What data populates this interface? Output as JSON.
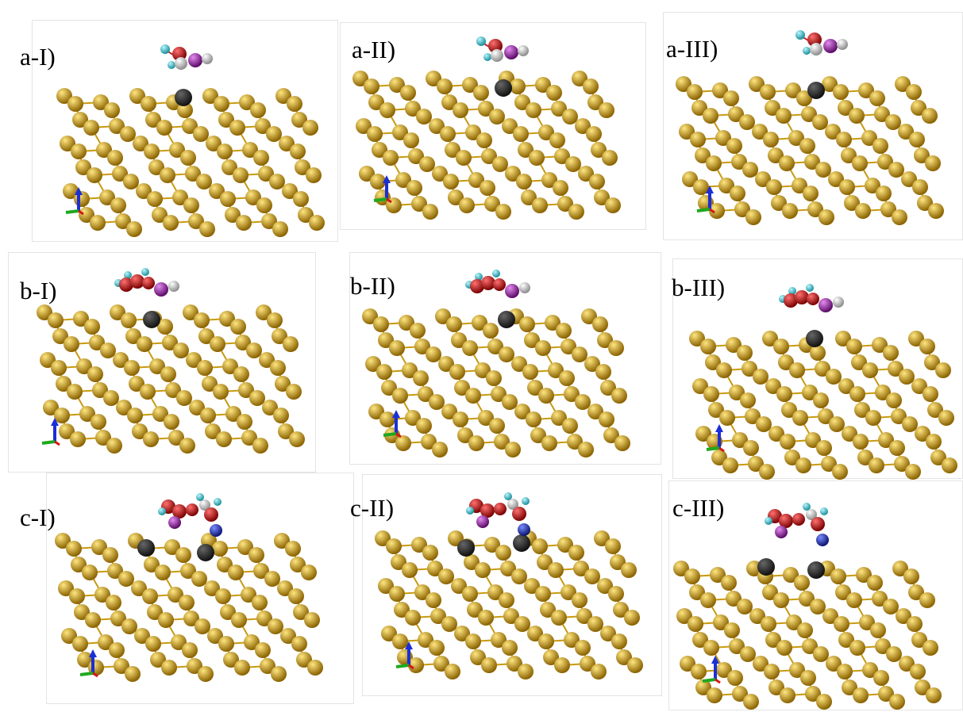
{
  "panels": [
    {
      "label": "a-I)",
      "adsorbate": "a"
    },
    {
      "label": "a-II)",
      "adsorbate": "a"
    },
    {
      "label": "a-III)",
      "adsorbate": "a"
    },
    {
      "label": "b-I)",
      "adsorbate": "b"
    },
    {
      "label": "b-II)",
      "adsorbate": "b"
    },
    {
      "label": "b-III)",
      "adsorbate": "b"
    },
    {
      "label": "c-I)",
      "adsorbate": "c"
    },
    {
      "label": "c-II)",
      "adsorbate": "c"
    },
    {
      "label": "c-III)",
      "adsorbate": "c"
    }
  ],
  "colors": {
    "gold": "#e2ab12",
    "gold_dark": "#8a6200",
    "dopant": "#111111",
    "oxygen": "#d21818",
    "hydrogen": "#3ec9d6",
    "iodine": "#a820b8",
    "carbon": "#e6e6e6",
    "nitrogen": "#1b2fd6"
  }
}
